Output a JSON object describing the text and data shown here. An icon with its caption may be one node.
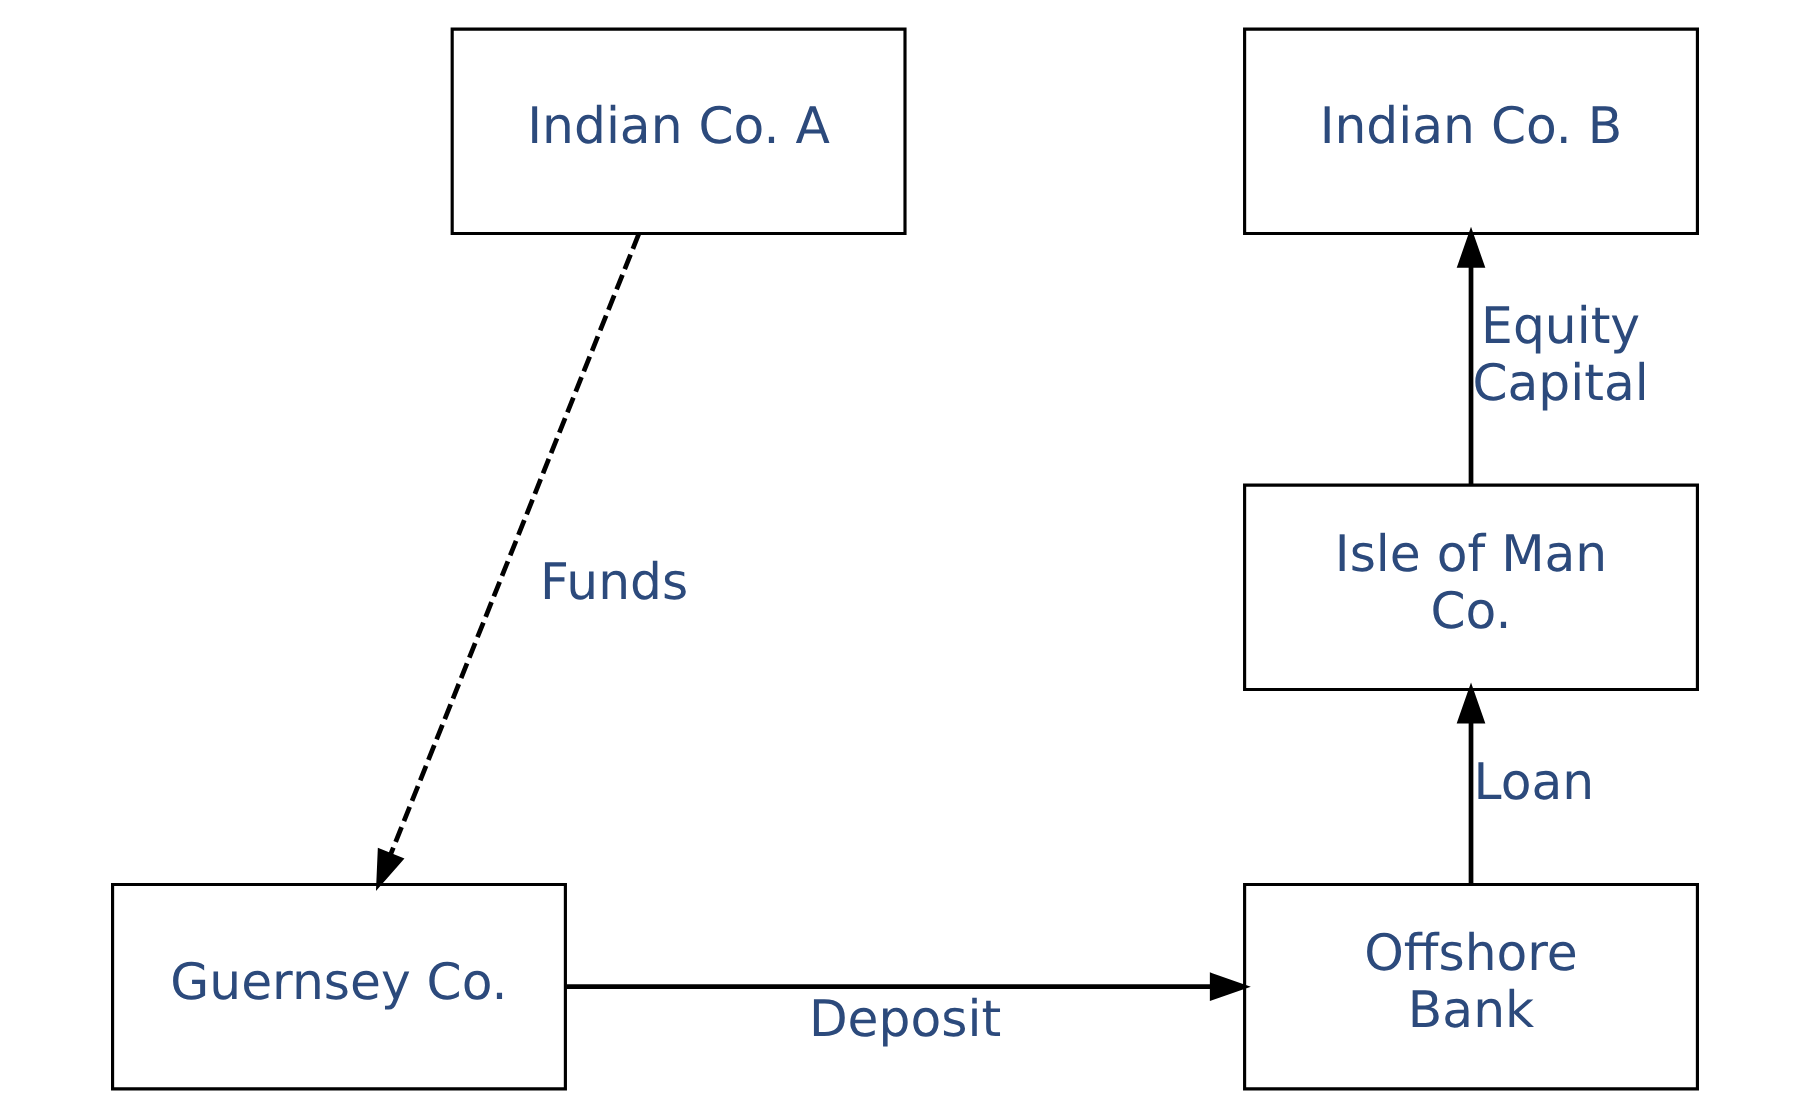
{
  "diagram": {
    "nodes": [
      {
        "text": [
          "Indian Co. A"
        ]
      },
      {
        "text": [
          "Indian Co. B"
        ]
      },
      {
        "text": [
          "Isle of Man Co."
        ]
      },
      {
        "text": [
          "Guernsey Co."
        ]
      },
      {
        "text": [
          "Offshore Bank"
        ]
      }
    ],
    "edges": [
      {
        "from": 0,
        "to": 3,
        "arrow": "to",
        "style": "dashed",
        "label": "Funds"
      },
      {
        "from": 3,
        "to": 4,
        "arrow": "to",
        "label": "Deposit"
      },
      {
        "from": 4,
        "to": 2,
        "arrow": "to",
        "label": "Loan"
      },
      {
        "from": 2,
        "to": 1,
        "arrow": "to",
        "label": "Equity Capital"
      }
    ]
  }
}
